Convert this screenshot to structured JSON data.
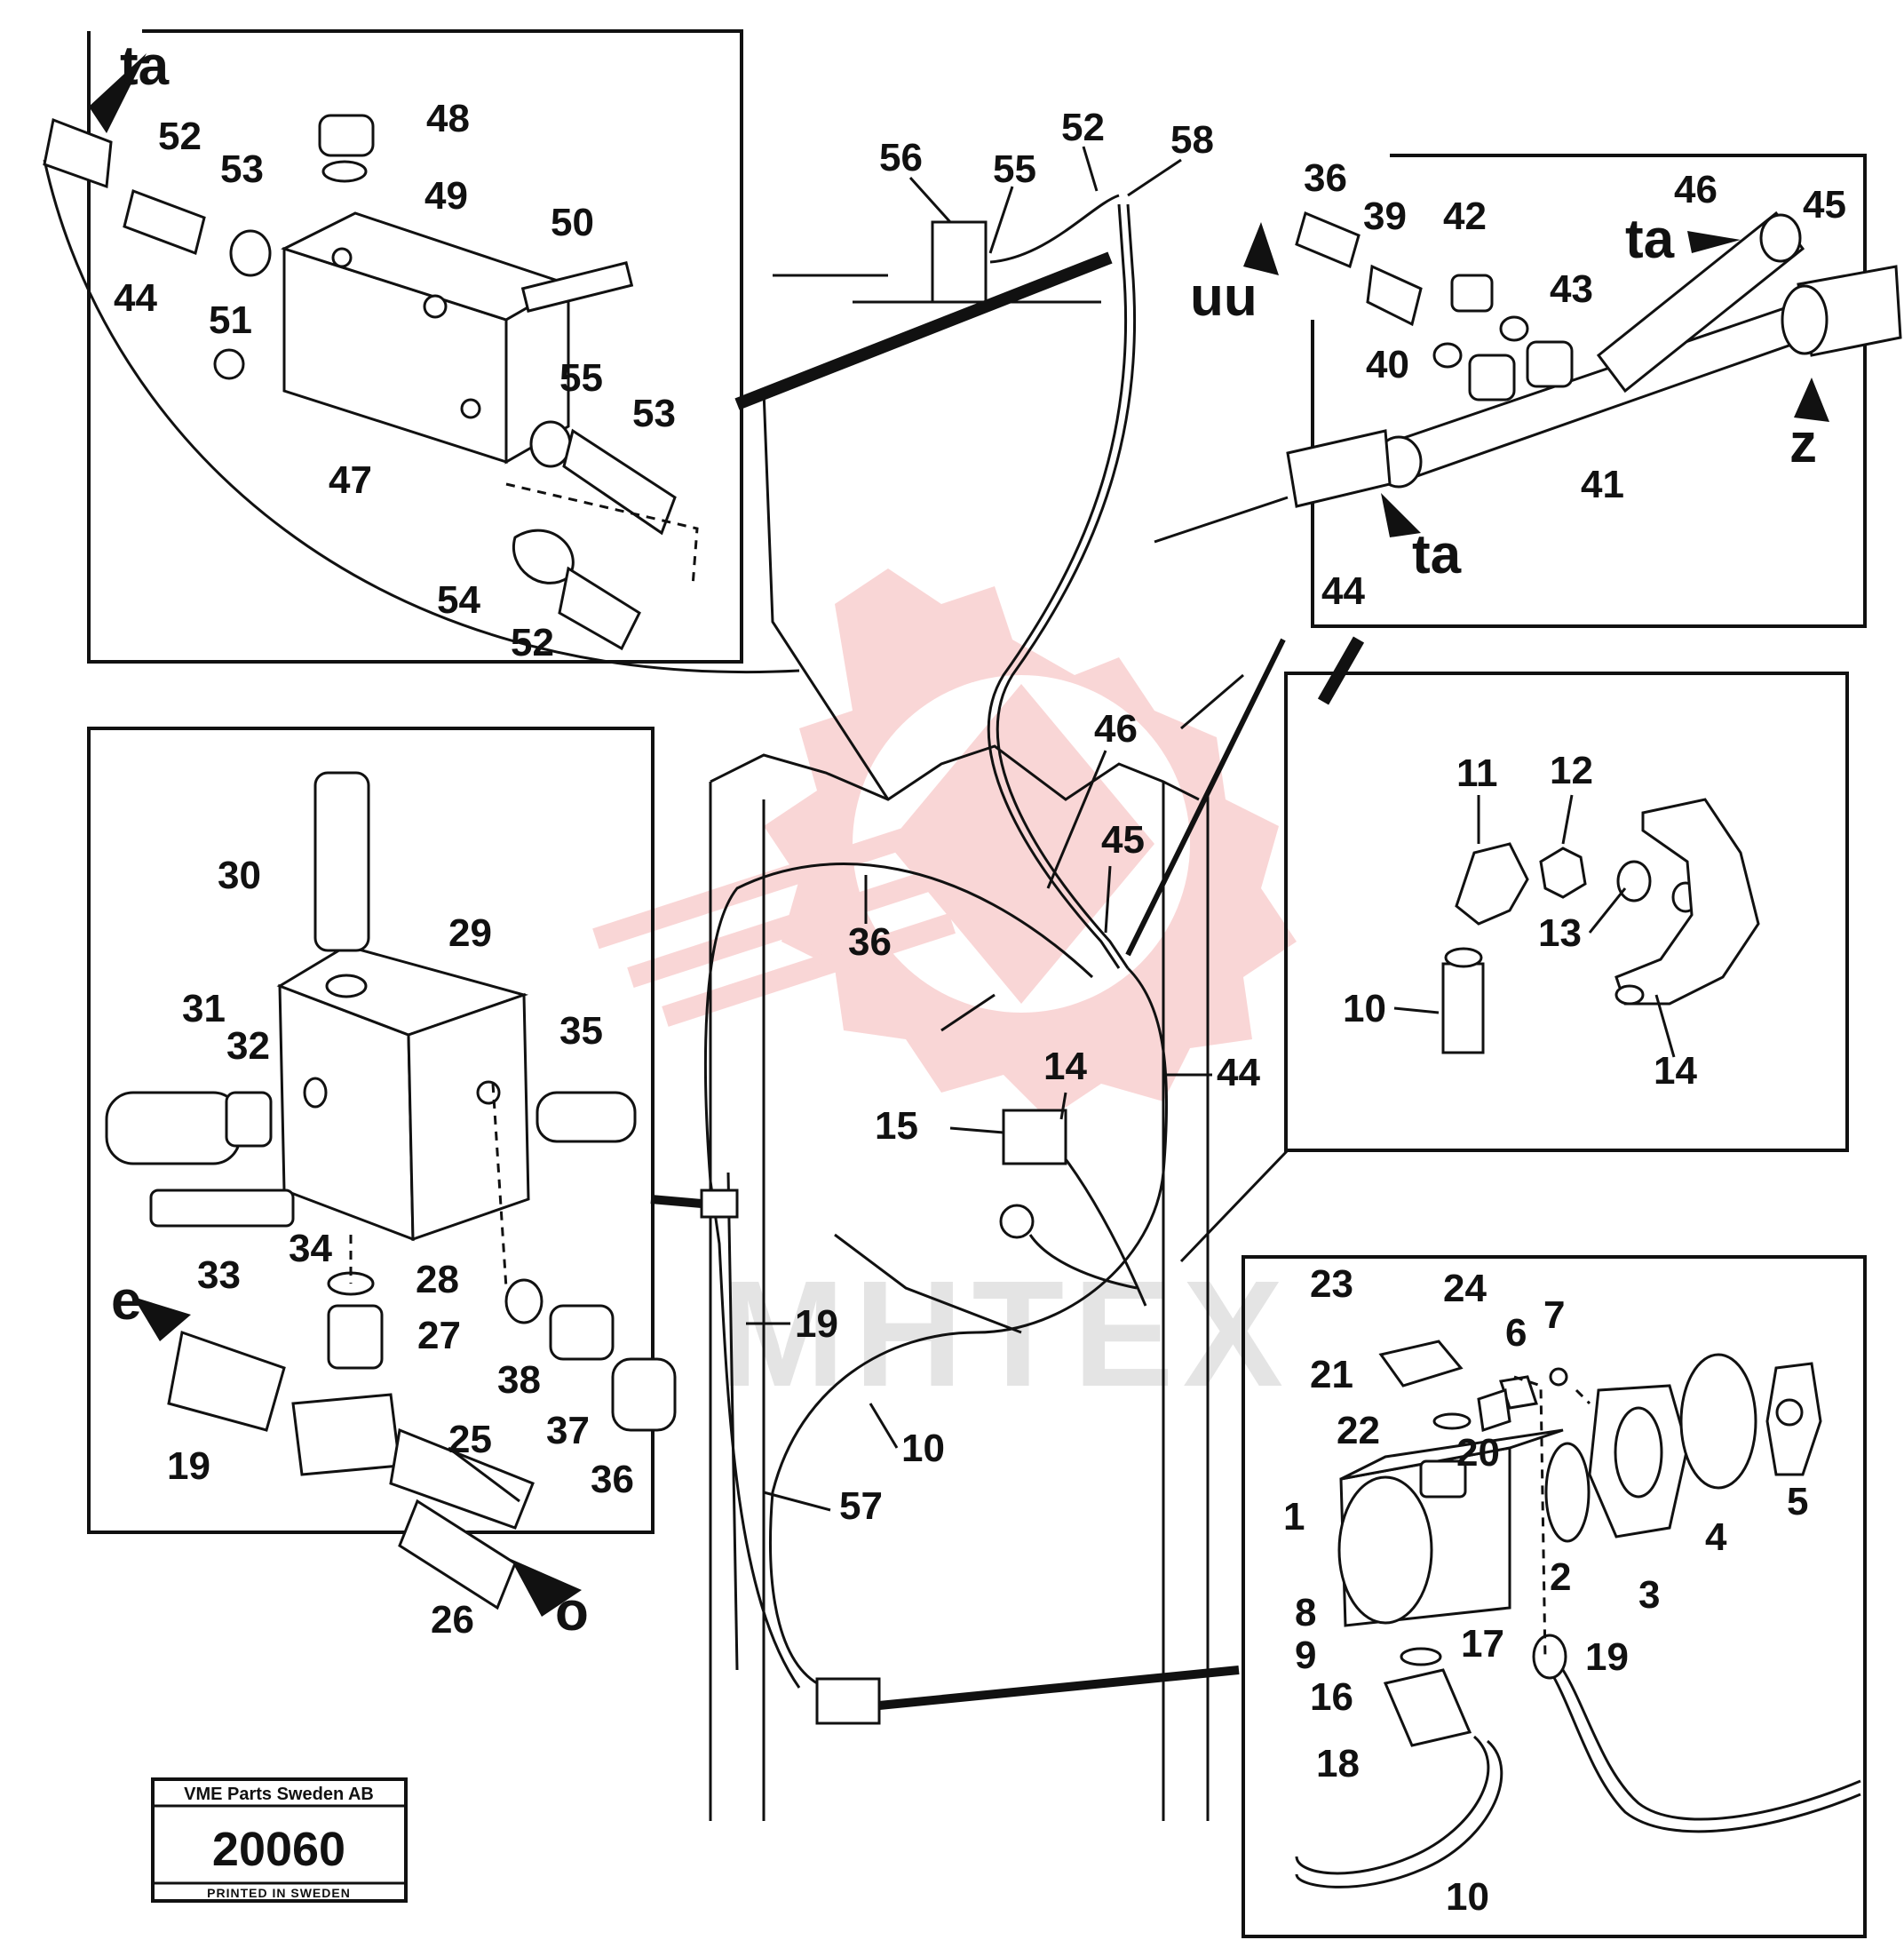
{
  "watermark": {
    "text": "MHTEX",
    "color": "#f2a6a6"
  },
  "stamp": {
    "company": "VME Parts Sweden AB",
    "number": "20060",
    "footer": "PRINTED IN SWEDEN"
  },
  "callouts_top_left": [
    "52",
    "53",
    "48",
    "49",
    "50",
    "44",
    "51",
    "47",
    "55",
    "53",
    "54",
    "52"
  ],
  "letters_top_left": [
    "ta"
  ],
  "callouts_top_center": [
    "56",
    "55",
    "52",
    "58"
  ],
  "callouts_top_right": [
    "36",
    "39",
    "42",
    "43",
    "40",
    "46",
    "45",
    "41",
    "44"
  ],
  "letters_top_right": [
    "ta",
    "uu",
    "z",
    "ta"
  ],
  "callouts_mid_left": [
    "30",
    "29",
    "31",
    "32",
    "35",
    "33",
    "34",
    "28",
    "27",
    "38",
    "37",
    "36",
    "19",
    "25",
    "26"
  ],
  "letters_mid_left": [
    "e",
    "o"
  ],
  "callouts_center": [
    "46",
    "45",
    "36",
    "14",
    "15",
    "44",
    "19",
    "10",
    "57"
  ],
  "callouts_mid_right": [
    "11",
    "12",
    "13",
    "10",
    "14"
  ],
  "callouts_bottom_right": [
    "23",
    "24",
    "6",
    "7",
    "21",
    "22",
    "20",
    "1",
    "5",
    "2",
    "4",
    "3",
    "8",
    "9",
    "17",
    "19",
    "16",
    "18",
    "10"
  ]
}
